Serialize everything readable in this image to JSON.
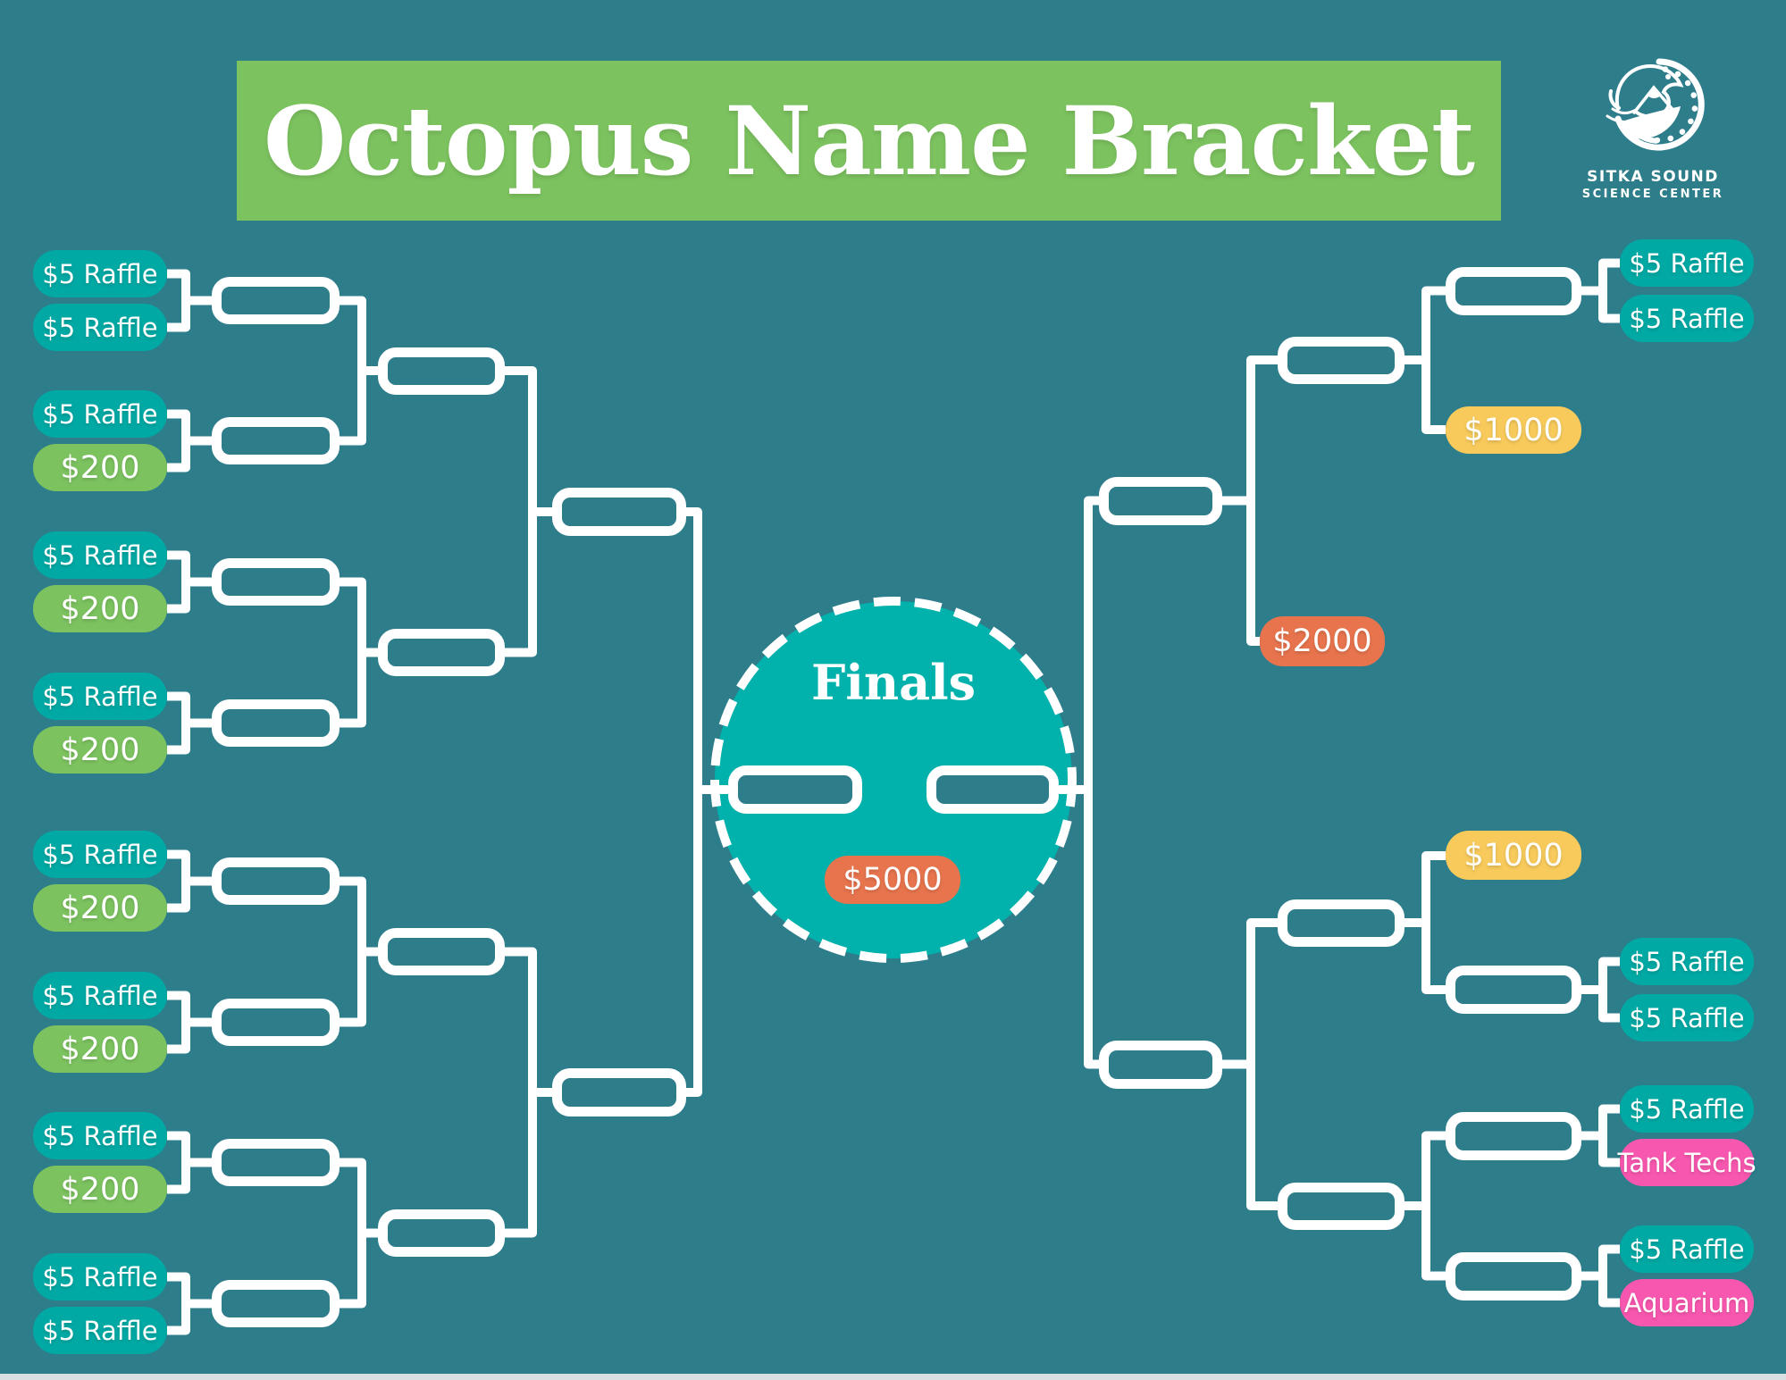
{
  "header": {
    "title": "Octopus Name Bracket"
  },
  "logo": {
    "line1": "SITKA SOUND",
    "line2": "SCIENCE CENTER"
  },
  "finals": {
    "label": "Finals",
    "prize": {
      "label": "$5000",
      "color": "orange"
    }
  },
  "left_pills": [
    {
      "label": "$5 Raffle",
      "color": "teal"
    },
    {
      "label": "$5 Raffle",
      "color": "teal"
    },
    {
      "label": "$5 Raffle",
      "color": "teal"
    },
    {
      "label": "$200",
      "color": "green"
    },
    {
      "label": "$5 Raffle",
      "color": "teal"
    },
    {
      "label": "$200",
      "color": "green"
    },
    {
      "label": "$5 Raffle",
      "color": "teal"
    },
    {
      "label": "$200",
      "color": "green"
    },
    {
      "label": "$5 Raffle",
      "color": "teal"
    },
    {
      "label": "$200",
      "color": "green"
    },
    {
      "label": "$5 Raffle",
      "color": "teal"
    },
    {
      "label": "$200",
      "color": "green"
    },
    {
      "label": "$5 Raffle",
      "color": "teal"
    },
    {
      "label": "$200",
      "color": "green"
    },
    {
      "label": "$5 Raffle",
      "color": "teal"
    },
    {
      "label": "$5 Raffle",
      "color": "teal"
    }
  ],
  "right_pills": [
    {
      "label": "$5 Raffle",
      "color": "teal"
    },
    {
      "label": "$5 Raffle",
      "color": "teal"
    },
    {
      "label": "$1000",
      "color": "yellow"
    },
    {
      "label": "$2000",
      "color": "orange"
    },
    {
      "label": "$1000",
      "color": "yellow"
    },
    {
      "label": "$5 Raffle",
      "color": "teal"
    },
    {
      "label": "$5 Raffle",
      "color": "teal"
    },
    {
      "label": "$5 Raffle",
      "color": "teal"
    },
    {
      "label": "Tank Techs",
      "color": "pink"
    },
    {
      "label": "$5 Raffle",
      "color": "teal"
    },
    {
      "label": "Aquarium",
      "color": "pink"
    }
  ],
  "colors": {
    "bg": "#2e7d8b",
    "banner-green": "#7cc25f",
    "pill-teal": "#00a9a4",
    "pill-green": "#7cc25f",
    "pill-yellow": "#f7ca5b",
    "pill-orange": "#e7744d",
    "pill-pink": "#f757ae",
    "circle-teal": "#01b1ab",
    "line-white": "#ffffff",
    "footer-strip": "#d9dfe2"
  }
}
